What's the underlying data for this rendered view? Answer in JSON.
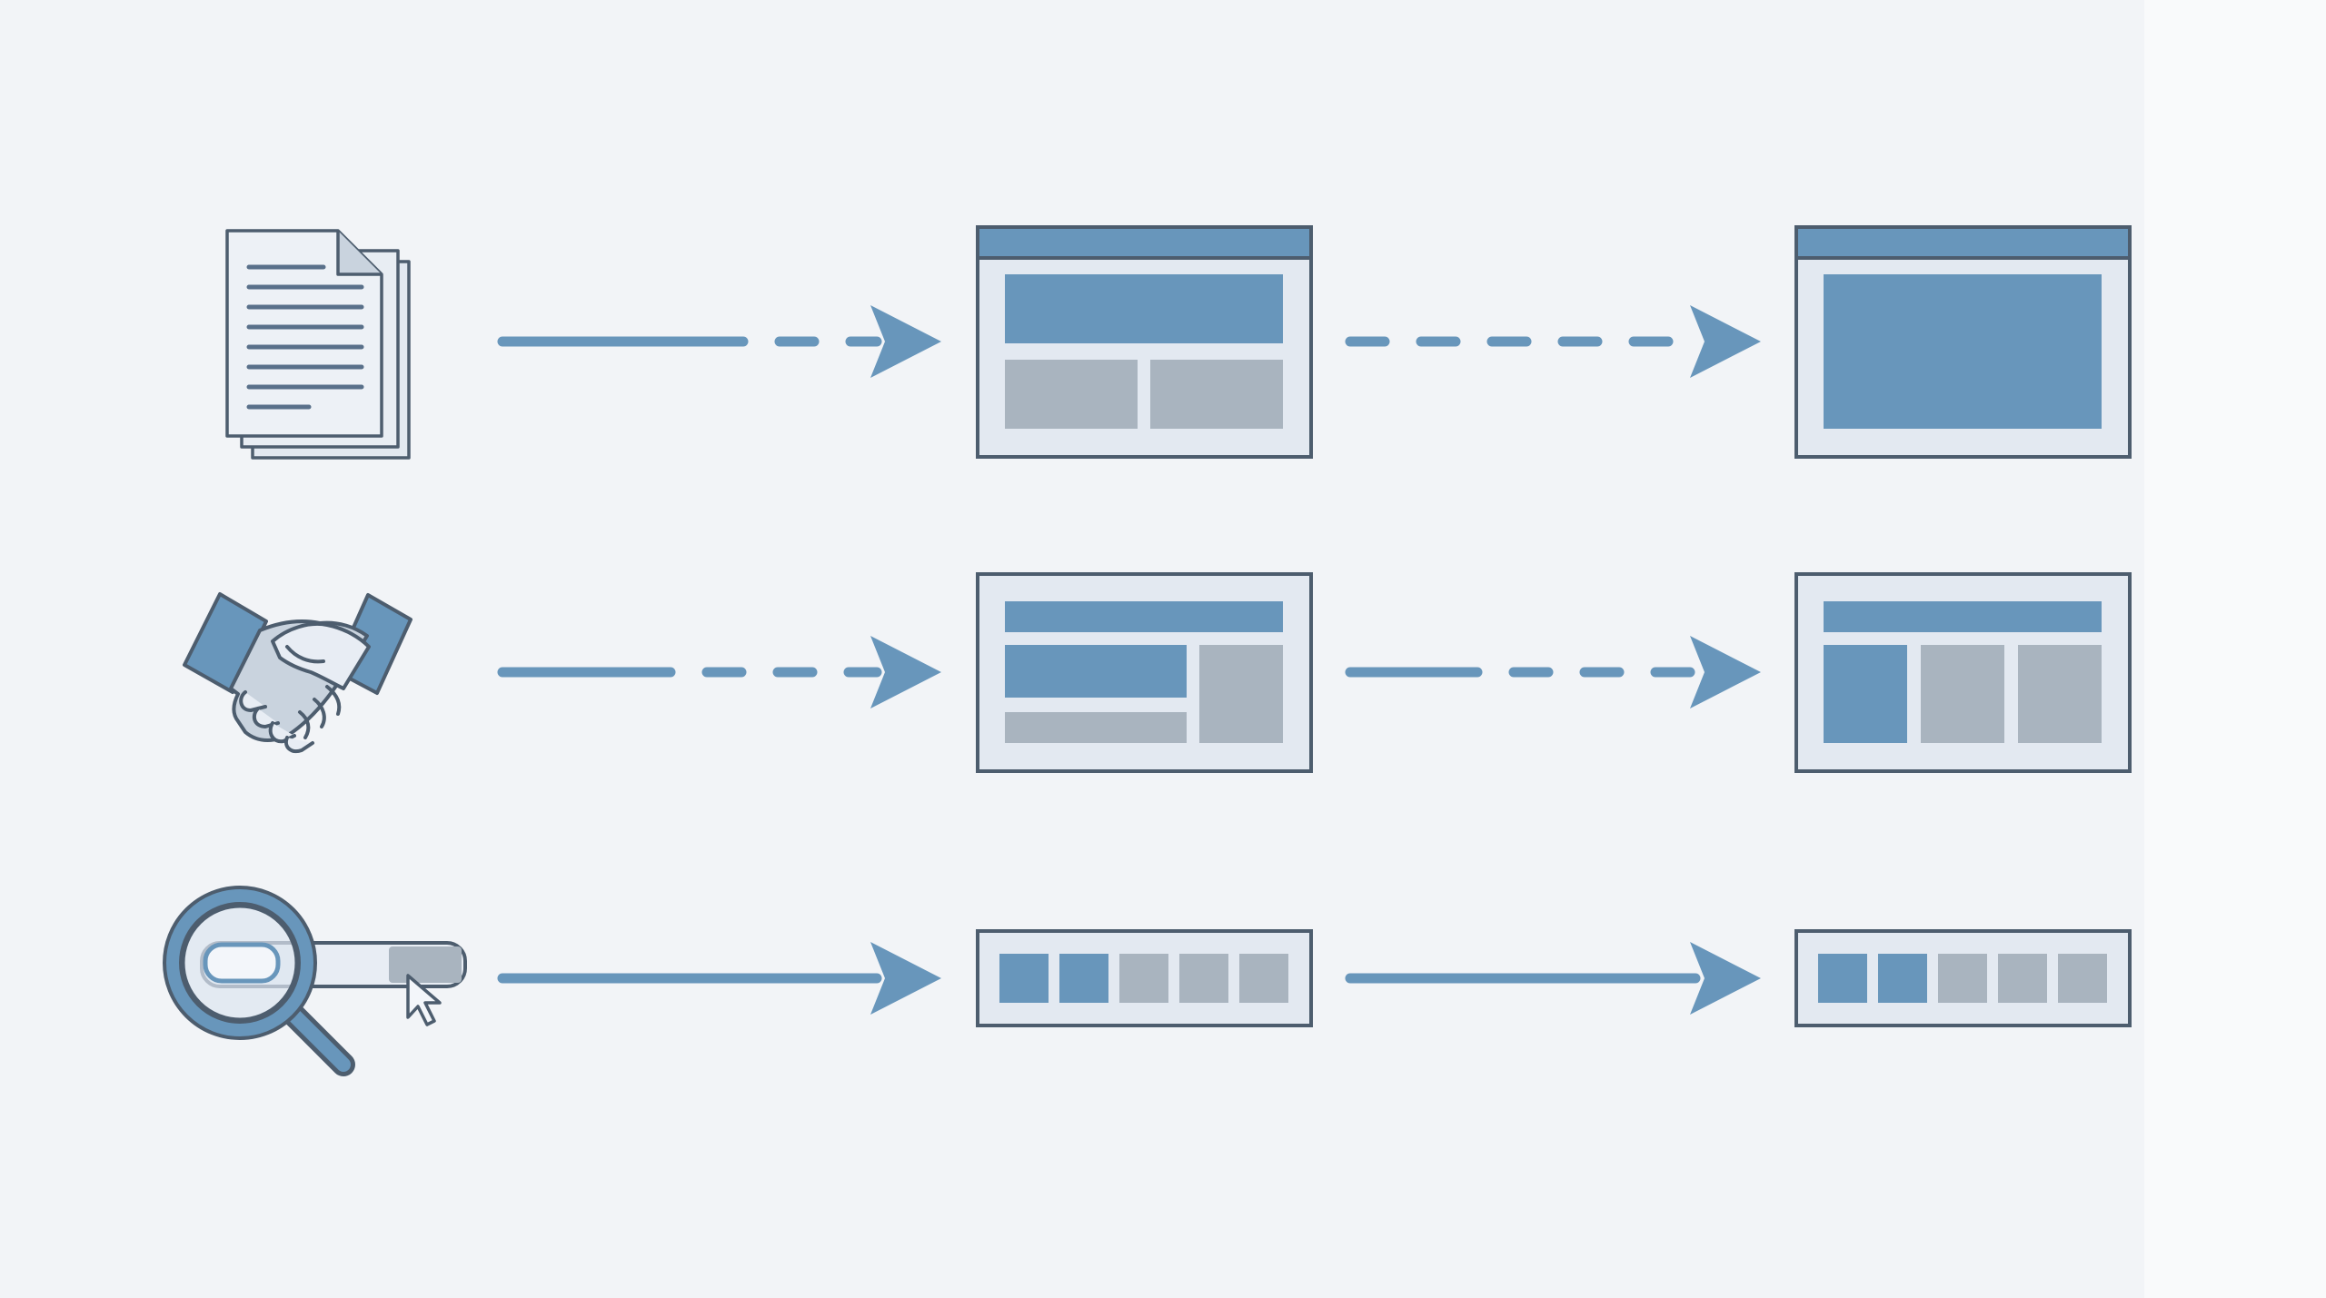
{
  "colors": {
    "page_background": "#f9fafb",
    "panel_background": "#f2f4f7",
    "primary_blue": "#6896bb",
    "muted_gray": "#a9b4bf",
    "outline": "#4d5d6e",
    "frame_fill": "#e3e9f1",
    "icon_fill": "#e8edf4"
  },
  "rows": [
    {
      "source_icon": "stacked-documents-icon",
      "stage_one_layout": "header-hero-two-tiles",
      "stage_two_layout": "header-single-block",
      "first_connector_style": "solid-then-dashed",
      "second_connector_style": "dashed"
    },
    {
      "source_icon": "handshake-icon",
      "stage_one_layout": "header-wide-block-sidebar",
      "stage_two_layout": "header-three-columns",
      "first_connector_style": "solid-then-dashed",
      "second_connector_style": "solid-then-dashed"
    },
    {
      "source_icon": "search-bar-with-magnifier-and-cursor-icon",
      "stage_one_layout": "five-slot-progress-strip",
      "stage_two_layout": "five-slot-progress-strip",
      "first_connector_style": "solid",
      "second_connector_style": "solid",
      "stage_one_progress": "2 of 5",
      "stage_two_progress": "2 of 5"
    }
  ]
}
